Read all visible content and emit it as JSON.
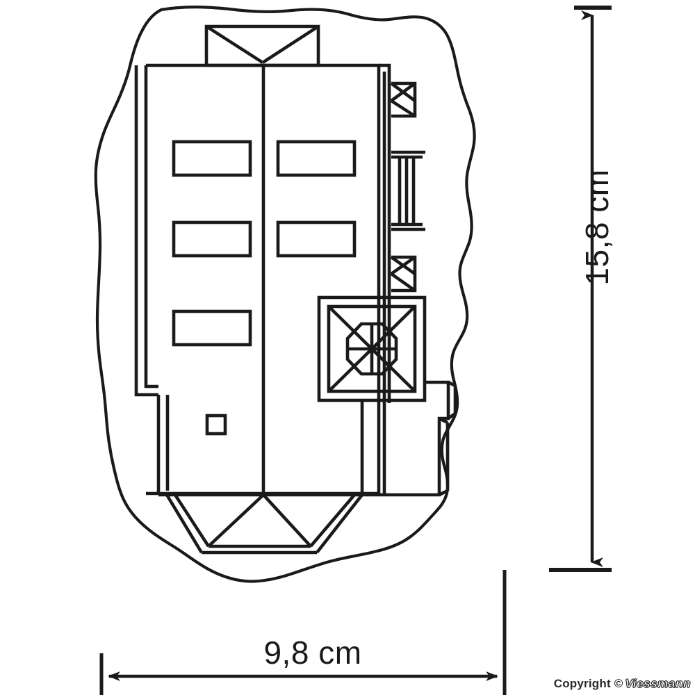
{
  "drawing": {
    "type": "technical-dimensional-drawing",
    "subject": "model railway building kit footprint / elevation",
    "brand": "Viessmann",
    "stroke_color": "#1a1a1a",
    "background_color": "#ffffff"
  },
  "dimensions": {
    "vertical": {
      "value": "15,8 cm",
      "number": "15,8",
      "unit": "cm",
      "orientation": "vertical",
      "arrow_style": "double-ended"
    },
    "horizontal": {
      "value": "9,8 cm",
      "number": "9,8",
      "unit": "cm",
      "orientation": "horizontal",
      "arrow_style": "double-ended"
    }
  },
  "footer": {
    "copyright_prefix": "Copyright ©",
    "brand": "Viessmann"
  },
  "building": {
    "features": [
      "irregular terrain base outline",
      "central roof gable with V ridge",
      "two-bay front facade split by center ridge line",
      "five rectangular window openings",
      "one small square window",
      "side lattice tower with X braces",
      "square cupola with octagonal vent",
      "lower hipped roof with triangular facets",
      "right side step extension"
    ]
  }
}
